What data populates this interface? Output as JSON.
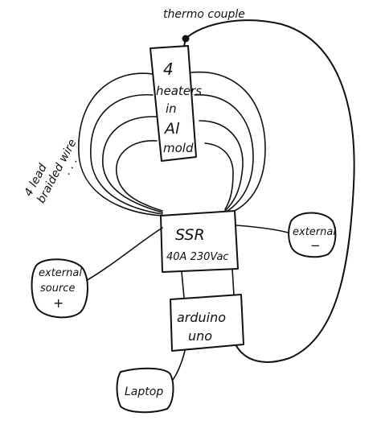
{
  "labels": {
    "thermocouple": "thermo couple",
    "heaters": [
      "4",
      "heaters",
      "in",
      "Al",
      "mold"
    ],
    "wire": [
      "4 lead",
      "braided wire"
    ],
    "wire_dots": "· · ·",
    "ssr": [
      "SSR",
      "40A 230Vac"
    ],
    "external_minus": [
      "external",
      "−"
    ],
    "external_plus": [
      "external",
      "source",
      "+"
    ],
    "arduino": [
      "arduino",
      "uno"
    ],
    "laptop": "Laptop"
  }
}
